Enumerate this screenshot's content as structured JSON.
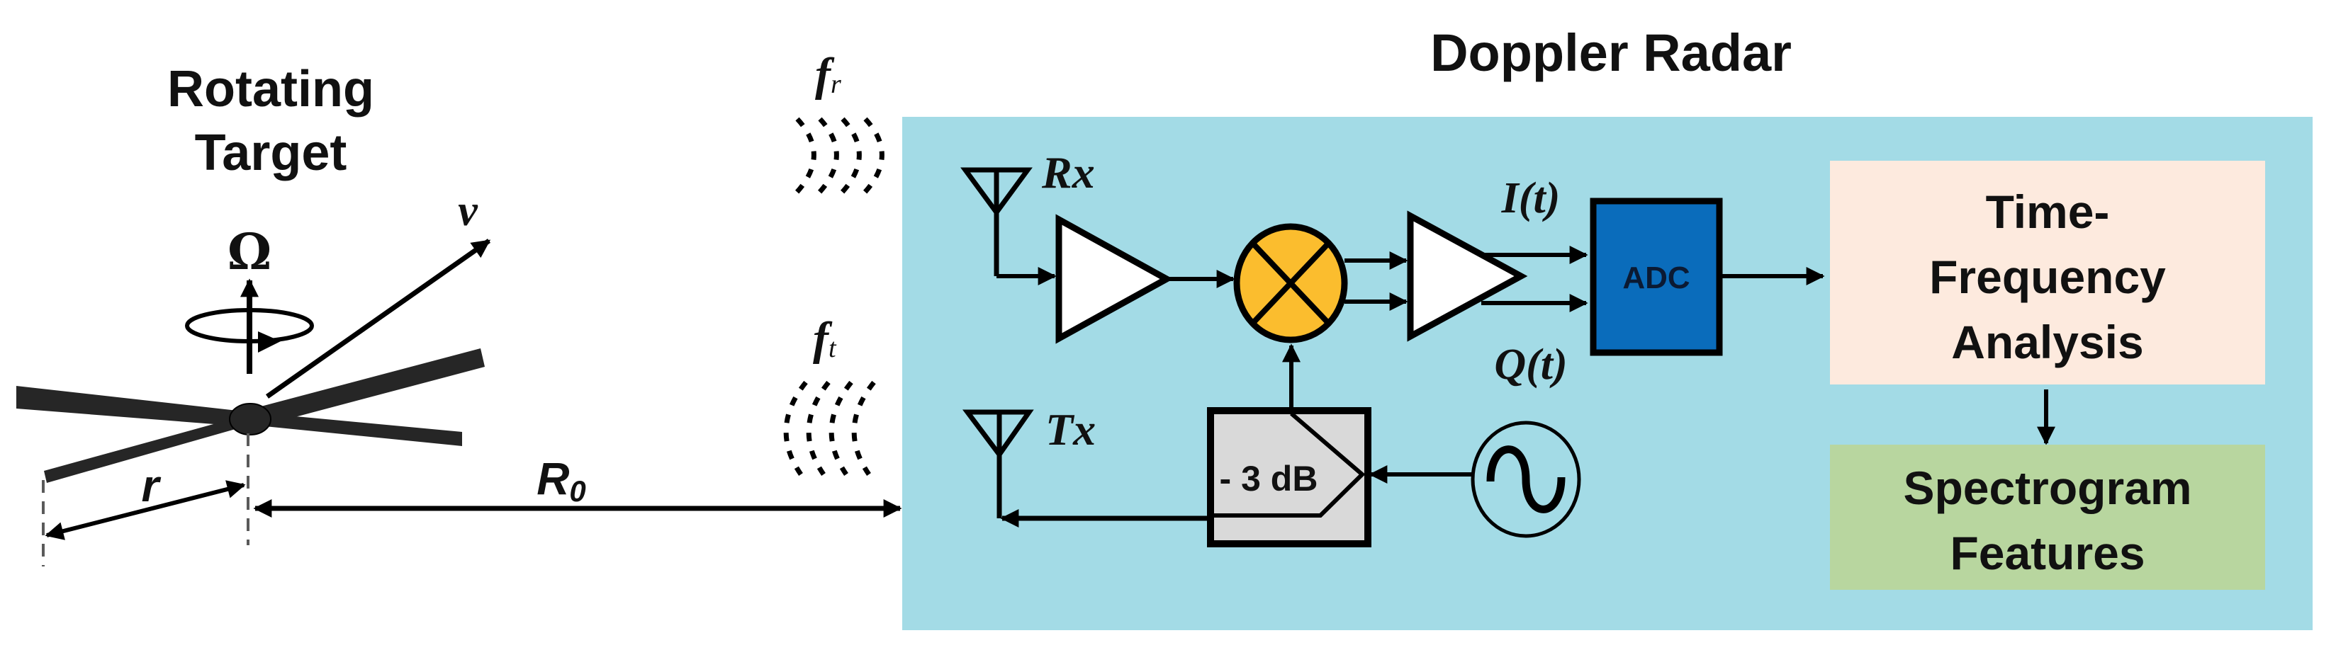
{
  "title": "Rotating Target and Doppler Radar Block Diagram",
  "colors": {
    "panel": "#a3dbe6",
    "mixer": "#fbbd2e",
    "adc": "#0a6cbb",
    "adc_text": "#0b1a33",
    "splitter": "#d9d9d9",
    "tf_box": "#fdeade",
    "spectrogram_box": "#b8d69f",
    "blade": "#262626",
    "line": "#000000",
    "dash": "#5a5a5a"
  },
  "target": {
    "title_line1": "Rotating",
    "title_line2": "Target",
    "omega_label": "Ω",
    "velocity_label": "v",
    "radius_label": "r",
    "range_label": "R",
    "range_subscript": "0"
  },
  "waves": {
    "received_label": "f",
    "received_subscript": "r",
    "transmitted_label": "f",
    "transmitted_subscript": "t"
  },
  "radar": {
    "title": "Doppler Radar",
    "rx_label": "Rx",
    "tx_label": "Tx",
    "i_label": "I(t)",
    "q_label": "Q(t)",
    "adc_label": "ADC",
    "splitter_label": "- 3 dB",
    "tf_box_lines": [
      "Time-",
      "Frequency",
      "Analysis"
    ],
    "spectrogram_box_lines": [
      "Spectrogram",
      "Features"
    ]
  }
}
